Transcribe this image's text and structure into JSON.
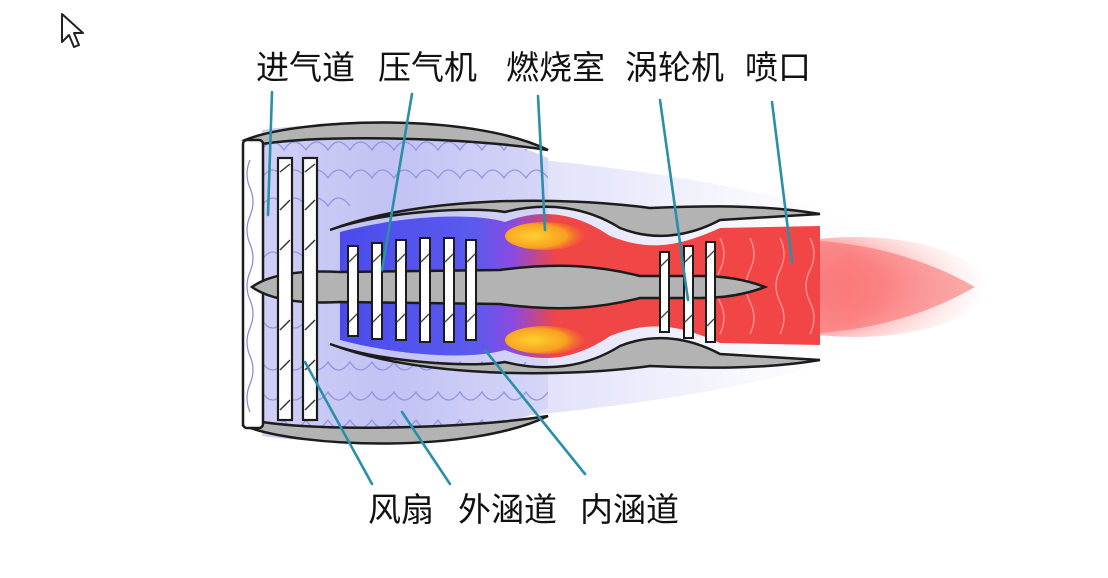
{
  "labels_top": [
    "进气道",
    "压气机",
    "燃烧室",
    "涡轮机",
    "喷口"
  ],
  "labels_bottom": [
    "风扇",
    "外涵道",
    "内涵道"
  ],
  "colors": {
    "casing": "#b3b3b3",
    "casing_stroke": "#1c1c1c",
    "bypass_air": "#c5c5f3",
    "bypass_air_light": "#e2e2fb",
    "compressor_air": "#6060ee",
    "combustion": "#f04848",
    "flame": "#f4b820",
    "exhaust": "#f45c5c",
    "leader_line": "#2a8fa8",
    "text": "#111111"
  },
  "icons": {
    "cursor": "pointer-arrow-icon"
  }
}
